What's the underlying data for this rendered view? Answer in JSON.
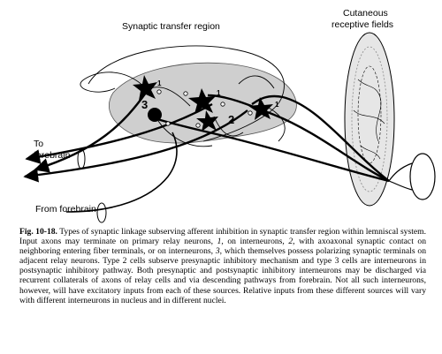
{
  "diagram": {
    "labels": {
      "region": "Synaptic transfer region",
      "fields_line1": "Cutaneous",
      "fields_line2": "receptive fields",
      "to_line1": "To",
      "to_line2": "forebrain",
      "from": "From forebrain"
    },
    "cells": [
      {
        "id": "1",
        "type": "relay neuron"
      },
      {
        "id": "2",
        "type": "interneuron"
      },
      {
        "id": "3",
        "type": "interneuron"
      }
    ],
    "colors": {
      "region_fill": "#cfcfcf",
      "ink": "#000000"
    }
  },
  "caption": {
    "fig_label": "Fig. 10-18.",
    "segments": [
      "Types of synaptic linkage subserving afferent inhibition in synaptic transfer region within lemniscal system. Input axons may terminate on primary relay neurons, ",
      "1",
      ", on interneurons, ",
      "2",
      ", with axoaxonal synaptic contact on neighboring entering fiber terminals, or on interneurons, ",
      "3",
      ", which themselves possess polarizing synaptic terminals on adjacent relay neurons. Type 2 cells subserve presynaptic inhibitory mechanism and type 3 cells are interneurons in postsynaptic inhibitory pathway. Both presynaptic and postsynaptic inhibitory interneurons may be discharged via recurrent collaterals of axons of relay cells and via descending pathways from forebrain. Not all such interneurons, however, will have excitatory inputs from each of these sources. Relative inputs from these different sources will vary with different interneurons in nucleus and in different nuclei."
    ]
  }
}
